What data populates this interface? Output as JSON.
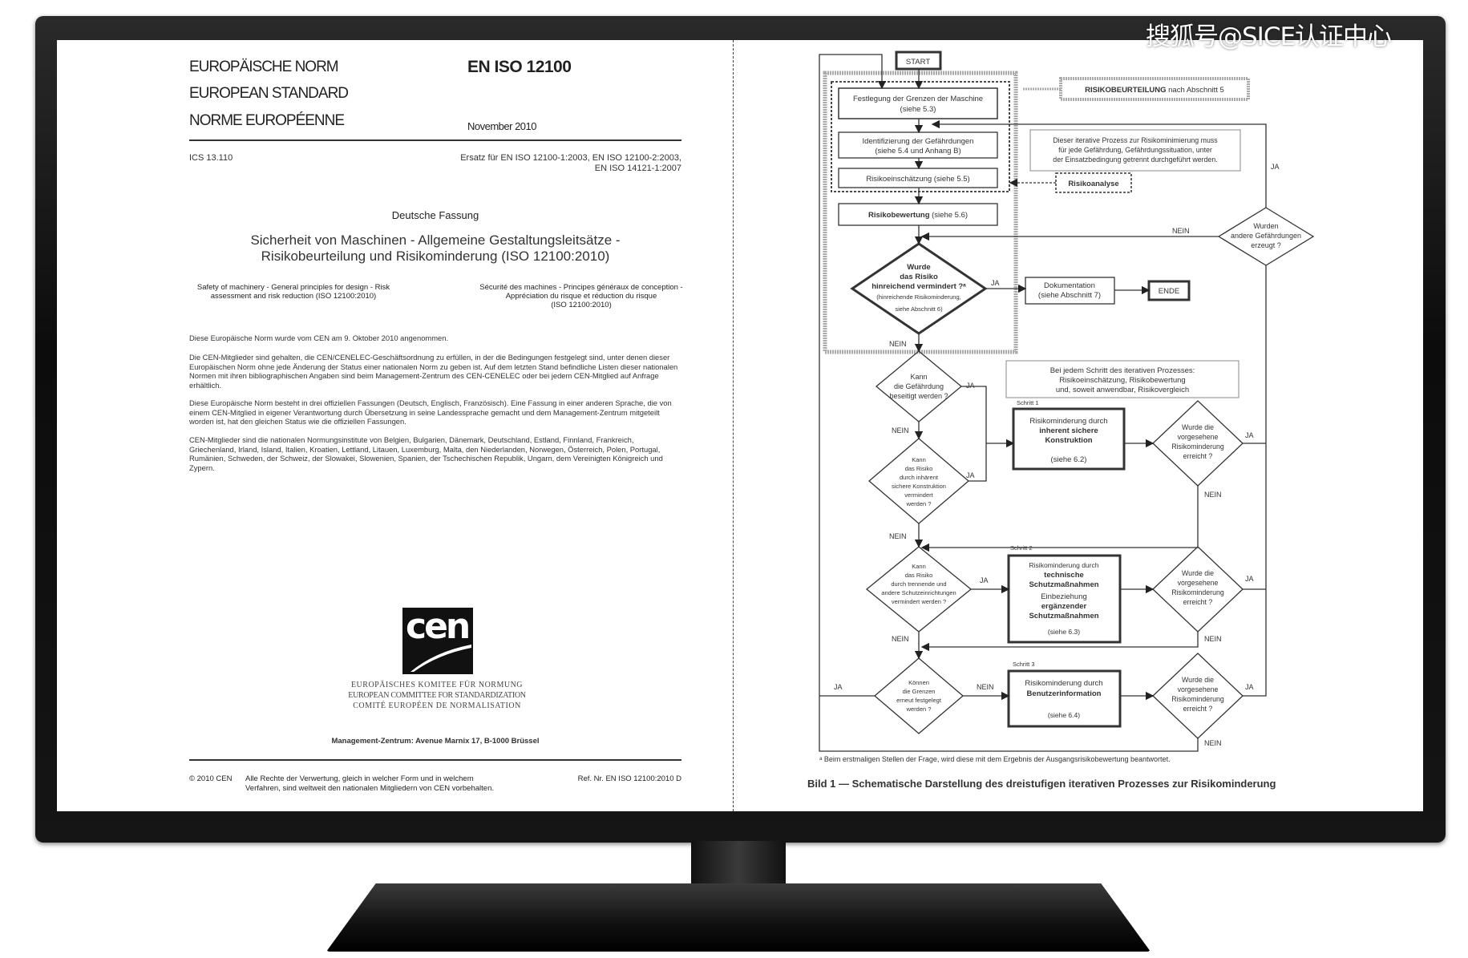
{
  "watermark": "搜狐号@SICE认证中心",
  "left_page": {
    "norm_de": "EUROPÄISCHE NORM",
    "norm_en": "EUROPEAN STANDARD",
    "norm_fr": "NORME EUROPÉENNE",
    "standard_number": "EN ISO 12100",
    "date": "November 2010",
    "ics": "ICS 13.110",
    "replaces_1": "Ersatz für EN ISO 12100-1:2003, EN ISO 12100-2:2003,",
    "replaces_2": "EN ISO 14121-1:2007",
    "version": "Deutsche Fassung",
    "title_1": "Sicherheit von Maschinen - Allgemeine Gestaltungsleitsätze -",
    "title_2": "Risikobeurteilung und Risikominderung (ISO 12100:2010)",
    "title_en_1": "Safety of machinery - General principles for design - Risk",
    "title_en_2": "assessment and risk reduction (ISO 12100:2010)",
    "title_fr_1": "Sécurité des machines - Principes généraux de conception -",
    "title_fr_2": "Appréciation du risque et réduction du risque",
    "title_fr_3": "(ISO 12100:2010)",
    "paragraphs": [
      "Diese Europäische Norm wurde vom CEN am 9. Oktober 2010 angenommen.",
      "Die CEN-Mitglieder sind gehalten, die CEN/CENELEC-Geschäftsordnung zu erfüllen, in der die Bedingungen festgelegt sind, unter denen dieser Europäischen Norm ohne jede Änderung der Status einer nationalen Norm zu geben ist. Auf dem letzten Stand befindliche Listen dieser nationalen Normen mit ihren bibliographischen Angaben sind beim Management-Zentrum des CEN-CENELEC oder bei jedem CEN-Mitglied auf Anfrage erhältlich.",
      "Diese Europäische Norm besteht in drei offiziellen Fassungen (Deutsch, Englisch, Französisch). Eine Fassung in einer anderen Sprache, die von einem CEN-Mitglied in eigener Verantwortung durch Übersetzung in seine Landessprache gemacht und dem Management-Zentrum mitgeteilt worden ist, hat den gleichen Status wie die offiziellen Fassungen.",
      "CEN-Mitglieder sind die nationalen Normungsinstitute von Belgien, Bulgarien, Dänemark, Deutschland, Estland, Finnland, Frankreich, Griechenland, Irland, Island, Italien, Kroatien, Lettland, Litauen, Luxemburg, Malta, den Niederlanden, Norwegen, Österreich, Polen, Portugal, Rumänien, Schweden, der Schweiz, der Slowakei, Slowenien, Spanien, der Tschechischen Republik, Ungarn, dem Vereinigten Königreich und Zypern."
    ],
    "logo_text": "cen",
    "committee_de": "EUROPÄISCHES KOMITEE FÜR NORMUNG",
    "committee_en": "EUROPEAN COMMITTEE FOR STANDARDIZATION",
    "committee_fr": "COMITÉ EUROPÉEN DE NORMALISATION",
    "management": "Management-Zentrum:  Avenue Marnix 17,  B-1000 Brüssel",
    "copyright": "© 2010 CEN",
    "rights_1": "Alle Rechte der Verwertung, gleich in welcher Form und in welchem",
    "rights_2": "Verfahren, sind weltweit den nationalen Mitgliedern von CEN vorbehalten.",
    "ref": "Ref. Nr. EN ISO 12100:2010 D"
  },
  "flowchart": {
    "start": "START",
    "ende": "ENDE",
    "festlegung": [
      "Festlegung der Grenzen der Maschine",
      "(siehe 5.3)"
    ],
    "identifizierung": [
      "Identifizierung der Gefährdungen",
      "(siehe 5.4 und Anhang B)"
    ],
    "einschaetzung": "Risikoeinschätzung (siehe 5.5)",
    "bewertung_bold": "Risikobewertung",
    "bewertung_rest": " (siehe 5.6)",
    "beurteilung_bold": "RISIKOBEURTEILUNG",
    "beurteilung_rest": " nach Abschnitt 5",
    "iterative_note": [
      "Dieser iterative Prozess zur Risikominimierung muss",
      "für jede Gefährdung, Gefährdungssituation, unter",
      "der Einsatzbedingung getrennt durchgeführt werden."
    ],
    "risikoanalyse": "Risikoanalyse",
    "wurden_andere": [
      "Wurden",
      "andere Gefährdungen",
      "erzeugt ?"
    ],
    "hinreichend": [
      "Wurde",
      "das Risiko",
      "hinreichend vermindert ?ᵃ",
      "(hinreichende Risikominderung,",
      "siehe Abschnitt 6)"
    ],
    "dokumentation": [
      "Dokumentation",
      "(siehe Abschnitt 7)"
    ],
    "bei_jedem": [
      "Bei jedem Schritt des iterativen Prozesses:",
      "Risikoeinschätzung, Risikobewertung",
      "und, soweit anwendbar, Risikovergleich"
    ],
    "kann_beseitigt": [
      "Kann",
      "die Gefährdung",
      "beseitigt werden ?"
    ],
    "kann_inhaerent": [
      "Kann",
      "das Risiko",
      "durch inhärent",
      "sichere Konstruktion",
      "vermindert",
      "werden ?"
    ],
    "kann_trennende": [
      "Kann",
      "das Risiko",
      "durch trennende und",
      "andere Schutzeinrichtungen",
      "vermindert werden ?"
    ],
    "koennen_grenzen": [
      "Können",
      "die Grenzen",
      "erneut festgelegt",
      "werden ?"
    ],
    "wurde_erreicht": [
      "Wurde die",
      "vorgesehene",
      "Risikominderung",
      "erreicht ?"
    ],
    "schritt_1": "Schritt 1",
    "schritt_2": "Schritt 2",
    "schritt_3": "Schritt 3",
    "step1": [
      "Risikominderung durch",
      "inherent sichere",
      "Konstruktion",
      "(siehe 6.2)"
    ],
    "step2": [
      "Risikominderung durch",
      "technische",
      "Schutzmaßnahmen",
      "Einbeziehung",
      "ergänzender",
      "Schutzmaßnahmen",
      "(siehe 6.3)"
    ],
    "step3": [
      "Risikominderung durch",
      "Benutzerinformation",
      "(siehe 6.4)"
    ],
    "ja": "JA",
    "nein": "NEIN",
    "footnote": "ᵃ Beim erstmaligen Stellen der Frage, wird diese mit dem Ergebnis der Ausgangsrisikobewertung beantwortet.",
    "caption": "Bild 1 — Schematische Darstellung des dreistufigen iterativen Prozesses zur Risikominderung"
  }
}
